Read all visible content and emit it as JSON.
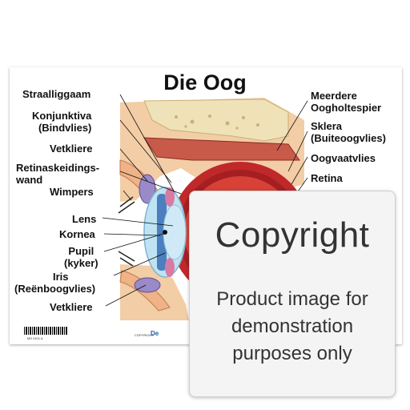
{
  "title": "Die Oog",
  "labels_left": [
    {
      "id": "straalliggaam",
      "lines": [
        "Straalliggaam"
      ]
    },
    {
      "id": "konjunktiva",
      "lines": [
        "Konjunktiva",
        "(Bindvlies)"
      ]
    },
    {
      "id": "vetkliere-top",
      "lines": [
        "Vetkliere"
      ]
    },
    {
      "id": "retinaskeidingswand",
      "lines": [
        "Retinaskeidings-",
        "wand"
      ]
    },
    {
      "id": "wimpers",
      "lines": [
        "Wimpers"
      ]
    },
    {
      "id": "lens",
      "lines": [
        "Lens"
      ]
    },
    {
      "id": "kornea",
      "lines": [
        "Kornea"
      ]
    },
    {
      "id": "pupil",
      "lines": [
        "Pupil",
        "(kyker)"
      ]
    },
    {
      "id": "iris",
      "lines": [
        "Iris",
        "(Reënboogvlies)"
      ]
    },
    {
      "id": "vetkliere-bottom",
      "lines": [
        "Vetkliere"
      ]
    }
  ],
  "labels_right": [
    {
      "id": "oogholtespier",
      "lines": [
        "Meerdere",
        "Oogholtespier"
      ]
    },
    {
      "id": "sklera",
      "lines": [
        "Sklera",
        "(Buiteoogvlies)"
      ]
    },
    {
      "id": "oogvaatvlies",
      "lines": [
        "Oogvaatvlies"
      ]
    },
    {
      "id": "retina",
      "lines": [
        "Retina"
      ]
    }
  ],
  "footer": {
    "product_code": "MS 0101 A",
    "copyright_prefix": "COPYRIGHT",
    "brand": "De"
  },
  "overlay": {
    "title": "Copyright",
    "subtitle_lines": [
      "Product image for",
      "demonstration",
      "purposes only"
    ]
  },
  "colors": {
    "iris": "#4a7fc0",
    "sclera_red": "#c0282a",
    "skin": "#f0c49a",
    "bone": "#efe2b8",
    "fat": "#9a8ac8"
  }
}
